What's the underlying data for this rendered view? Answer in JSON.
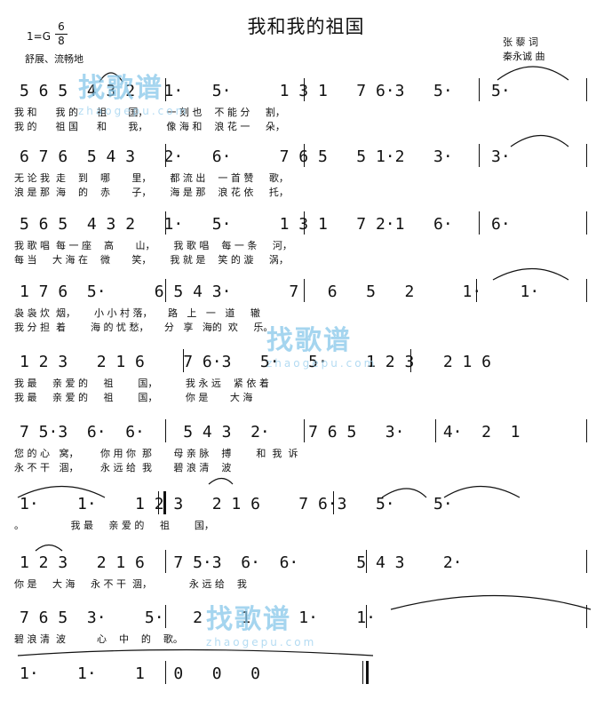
{
  "header": {
    "title": "我和我的祖国",
    "key": "1=G",
    "meter_top": "6",
    "meter_bottom": "8",
    "tempo": "舒展、流畅地",
    "lyricist": "张 藜 词",
    "composer": "秦永诚 曲"
  },
  "watermark": {
    "text": "找歌谱",
    "url": "zhaogepu.com"
  },
  "systems": [
    {
      "notes": "5 6 5  4 3 2   1·   5·     1 3 1   7 6·3   5·    5·",
      "lyric1": "我 和      我 的      祖       国，      一 刻 也    不 能 分     割，",
      "lyric2": "我 的      祖 国      和       我，      像 海 和    浪 花 一     朵，"
    },
    {
      "notes": "6 7 6  5 4 3   2·   6·     7 6 5   5 1·2   3·    3·",
      "lyric1": "无 论 我  走    到    哪       里，      都 流 出    一 首 赞     歌，",
      "lyric2": "浪 是 那  海    的    赤       子，      海 是 那    浪 花 依     托，"
    },
    {
      "notes": "5 6 5  4 3 2   1·   5·     1 3 1   7 2·1   6·    6·",
      "lyric1": "我 歌 唱  每 一 座    高       山，      我 歌 唱    每 一 条     河，",
      "lyric2": "每 当     大 海 在    微       笑，      我 就 是    笑 的 漩     涡，"
    },
    {
      "notes": "1 7 6  5·     6 5 4 3·      7   6   5   2     1·    1·",
      "lyric1": "袅 袅 炊  烟，      小 小 村 落，     路   上   一   道     辙",
      "lyric2": "我 分 担  着        海 的 忧 愁，     分   享   海的  欢     乐。"
    },
    {
      "notes": "1 2 3   2 1 6    7 6·3   5·   5·    1 2 3   2 1 6",
      "lyric1": "我 最     亲 爱 的     祖        国，         我 永 远    紧 依 着",
      "lyric2": "我 最     亲 爱 的     祖        国，         你 是       大 海"
    },
    {
      "notes": "7 5·3  6·  6·    5 4 3  2·    7 6 5   3·    4·  2  1",
      "lyric1": "您 的 心   窝，       你 用 你  那       母 亲 脉    搏        和  我  诉",
      "lyric2": "永 不 干   涸，       永 远 给  我       碧 浪 清    波"
    },
    {
      "notes": "1·    1·    1 2 3   2 1 6    7 6·3   5·    5·",
      "lyric1": "。               我 最     亲 爱 的     祖        国，",
      "lyric2": ""
    },
    {
      "notes": "1 2 3   2 1 6   7 5·3  6·  6·      5 4 3    2·",
      "lyric1": "你 是     大 海     永 不 干  涸，            永 远 给    我",
      "lyric2": ""
    },
    {
      "notes": "7 6 5  3·    5·   2    1     1·    1·",
      "lyric1": "碧 浪 清  波          心    中    的    歌。",
      "lyric2": ""
    },
    {
      "notes": "1·    1·    1   0   0   0",
      "lyric1": "",
      "lyric2": ""
    }
  ]
}
